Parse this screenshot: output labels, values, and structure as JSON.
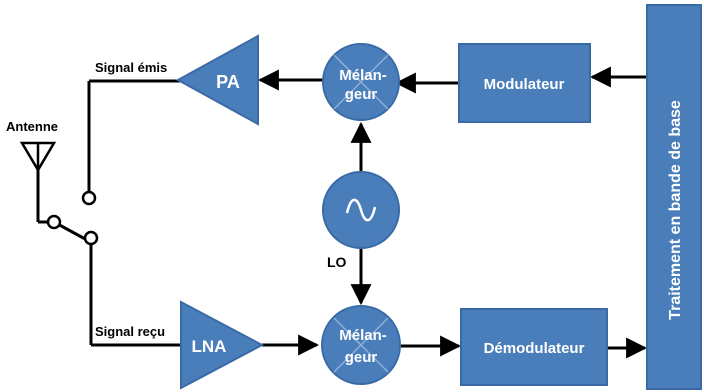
{
  "colors": {
    "block_fill": "#4a7ebb",
    "block_stroke": "#3a6aa6",
    "block_text": "#ffffff",
    "wire": "#000000",
    "label_text": "#000000"
  },
  "labels": {
    "antenna": "Antenne",
    "signal_tx": "Signal émis",
    "signal_rx": "Signal reçu",
    "lo": "LO"
  },
  "blocks": {
    "pa": "PA",
    "lna": "LNA",
    "mixer_top_line1": "Mélan-",
    "mixer_top_line2": "geur",
    "mixer_bottom_line1": "Mélan-",
    "mixer_bottom_line2": "geur",
    "modulator": "Modulateur",
    "demodulator": "Démodulateur",
    "baseband": "Traitement en bande de base",
    "oscillator_icon": "sine-wave-icon"
  }
}
